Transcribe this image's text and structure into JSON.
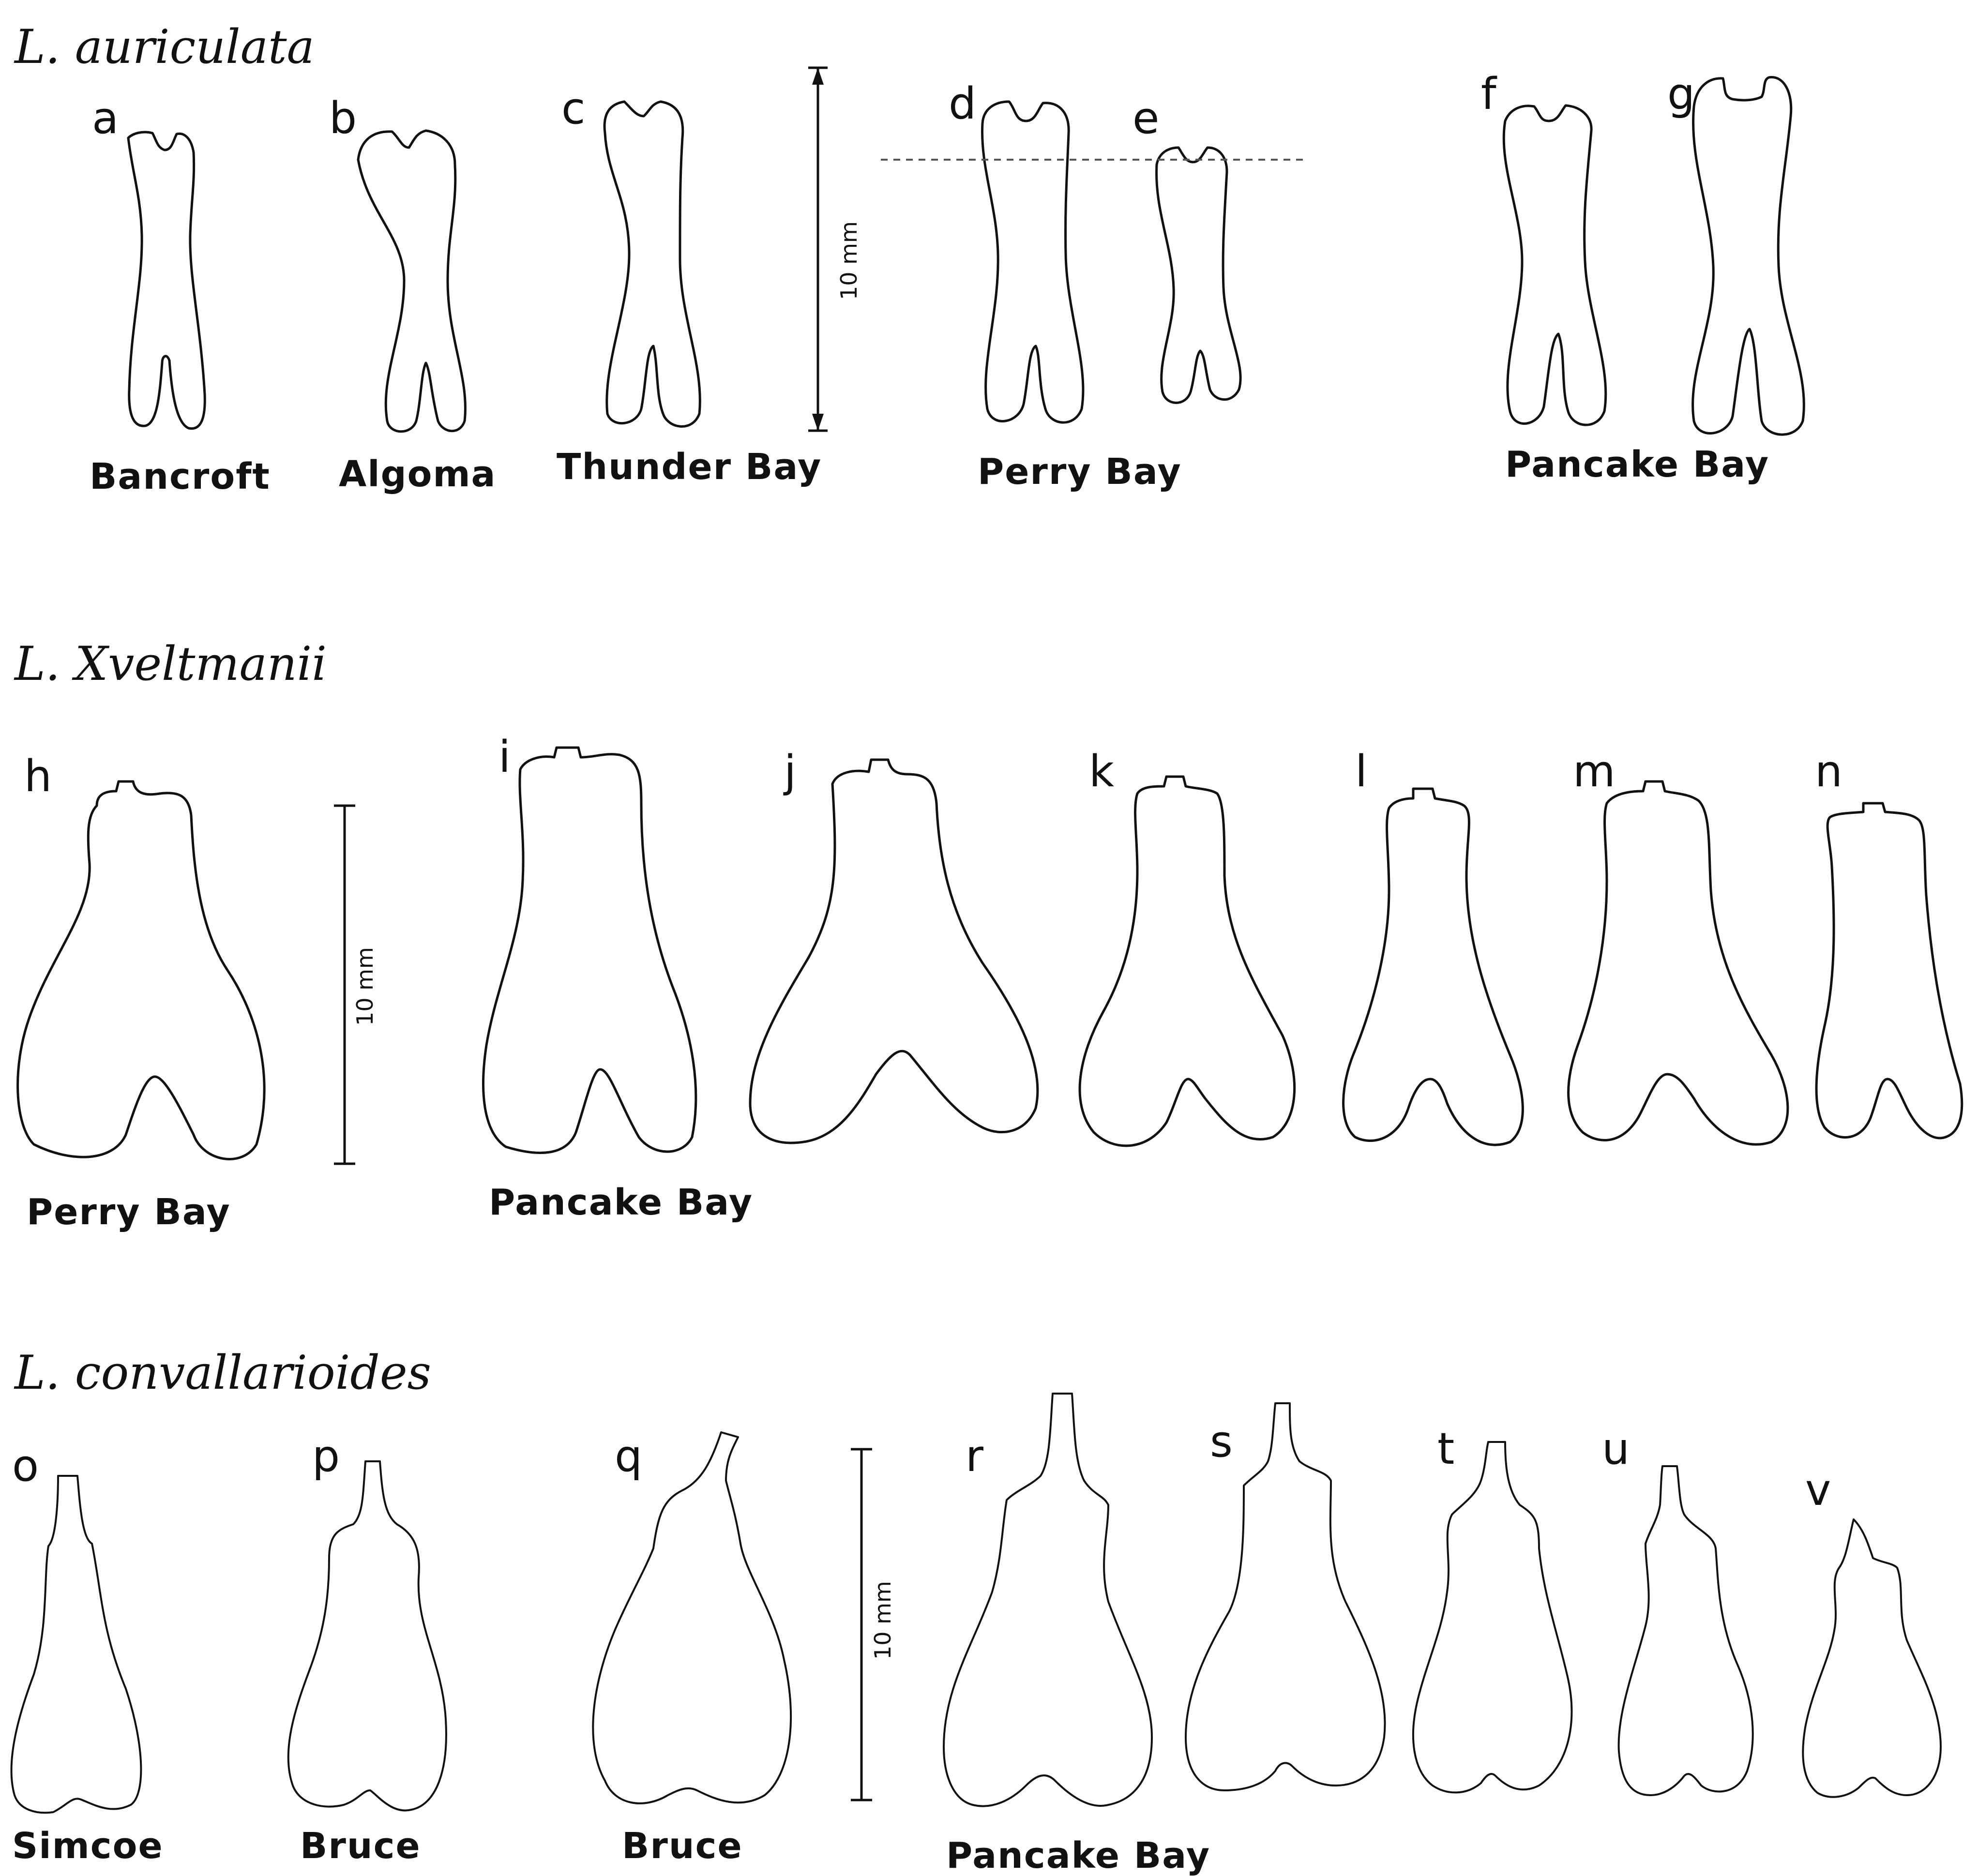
{
  "sections": [
    {
      "species": "L. auriculata",
      "scale_label": "10 mm",
      "specimens": [
        {
          "letter": "a"
        },
        {
          "letter": "b"
        },
        {
          "letter": "c"
        },
        {
          "letter": "d"
        },
        {
          "letter": "e"
        },
        {
          "letter": "f"
        },
        {
          "letter": "g"
        }
      ],
      "locations": [
        "Bancroft",
        "Algoma",
        "Thunder Bay",
        "Perry Bay",
        "Pancake Bay"
      ]
    },
    {
      "species": "L. Xveltmanii",
      "scale_label": "10 mm",
      "specimens": [
        {
          "letter": "h"
        },
        {
          "letter": "i"
        },
        {
          "letter": "j"
        },
        {
          "letter": "k"
        },
        {
          "letter": "l"
        },
        {
          "letter": "m"
        },
        {
          "letter": "n"
        }
      ],
      "locations": [
        "Perry Bay",
        "Pancake Bay"
      ]
    },
    {
      "species": "L. convallarioides",
      "scale_label": "10 mm",
      "specimens": [
        {
          "letter": "o"
        },
        {
          "letter": "p"
        },
        {
          "letter": "q"
        },
        {
          "letter": "r"
        },
        {
          "letter": "s"
        },
        {
          "letter": "t"
        },
        {
          "letter": "u"
        },
        {
          "letter": "v"
        }
      ],
      "locations": [
        "Simcoe",
        "Bruce",
        "Bruce",
        "Pancake Bay"
      ]
    }
  ]
}
